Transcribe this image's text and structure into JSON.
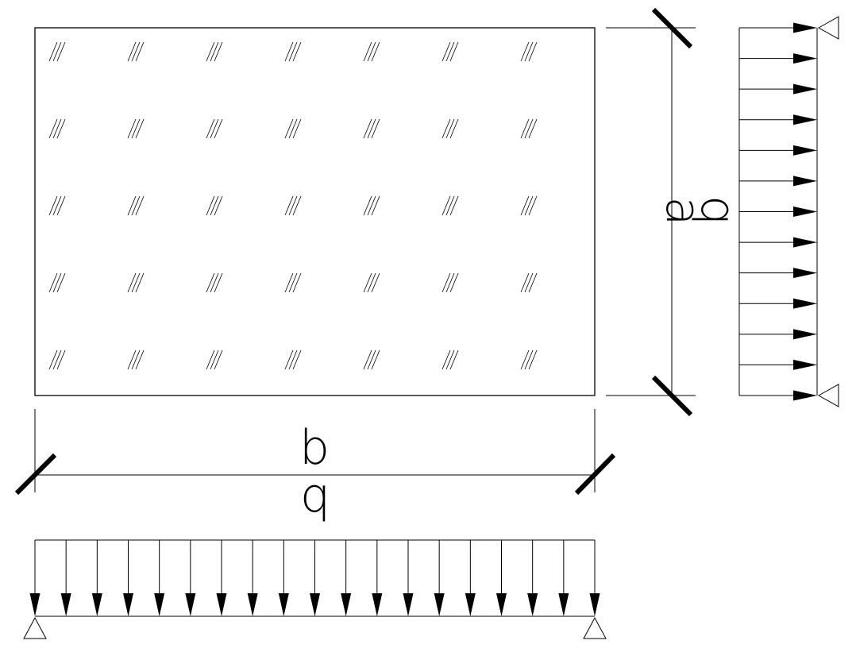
{
  "labels": {
    "width_dim": "b",
    "height_dim": "a",
    "load_bottom": "q",
    "load_right": "q"
  },
  "glass_panel": {
    "hatch_rows": 5,
    "hatch_cols": 7
  },
  "load_bottom": {
    "arrow_count": 19
  },
  "load_right": {
    "arrow_count": 13
  },
  "colors": {
    "line": "#000000",
    "background": "#ffffff"
  }
}
